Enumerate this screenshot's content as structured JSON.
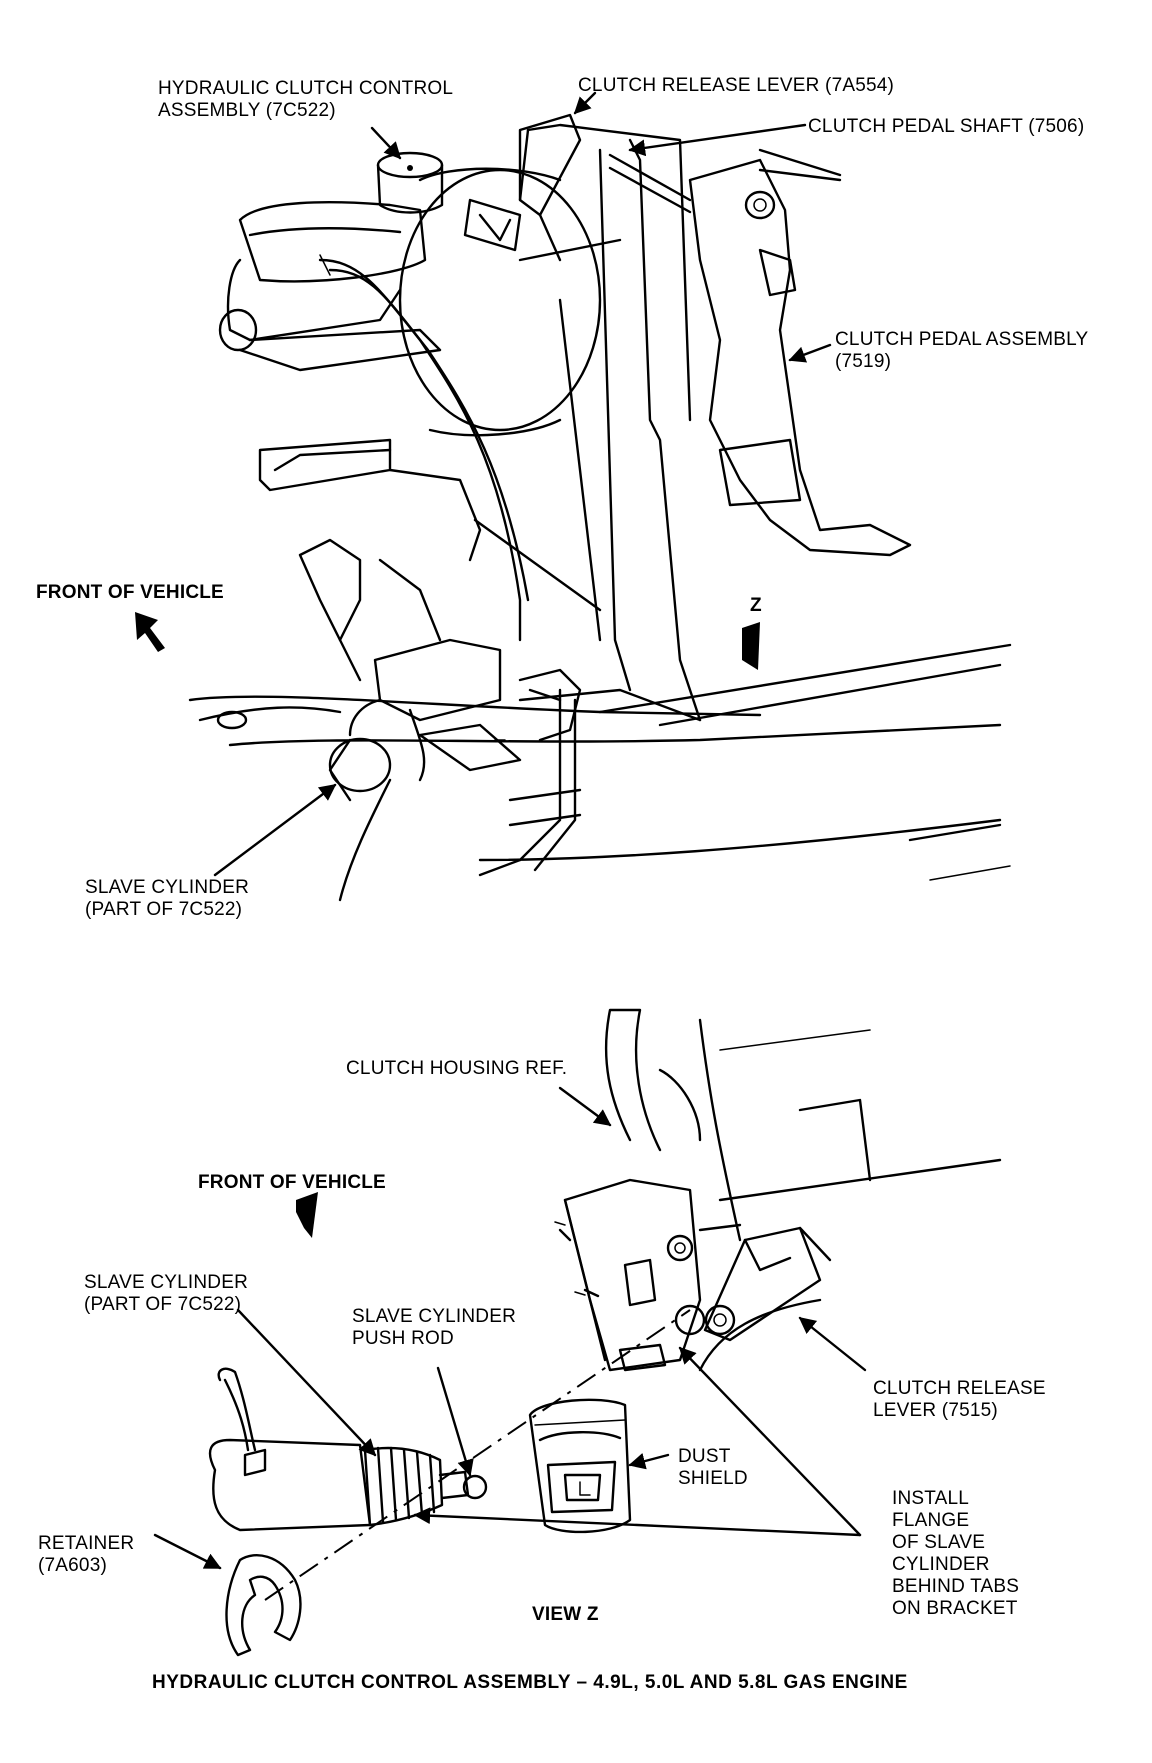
{
  "main_view": {
    "labels": {
      "hydraulic_assembly": "HYDRAULIC CLUTCH CONTROL\nASSEMBLY (7C522)",
      "release_lever": "CLUTCH RELEASE LEVER (7A554)",
      "pedal_shaft": "CLUTCH PEDAL SHAFT (7506)",
      "pedal_assembly": "CLUTCH PEDAL ASSEMBLY\n(7519)",
      "front_of_vehicle": "FRONT OF VEHICLE",
      "z_marker": "Z",
      "slave_cylinder": "SLAVE CYLINDER\n(PART OF 7C522)",
      "view_title": "MAIN VIEW FOR\n4.9, 5.0 & 5.8 ENGINES"
    }
  },
  "view_z": {
    "labels": {
      "housing_ref": "CLUTCH HOUSING REF.",
      "front_of_vehicle": "FRONT OF VEHICLE",
      "slave_cylinder": "SLAVE CYLINDER\n(PART OF 7C522)",
      "push_rod": "SLAVE CYLINDER\nPUSH ROD",
      "release_lever": "CLUTCH RELEASE\nLEVER (7515)",
      "dust_shield": "DUST\nSHIELD",
      "retainer": "RETAINER\n(7A603)",
      "install_note": "INSTALL\nFLANGE\nOF SLAVE\nCYLINDER\nBEHIND TABS\nON BRACKET",
      "view_title": "VIEW Z"
    }
  },
  "caption": "HYDRAULIC CLUTCH CONTROL ASSEMBLY – 4.9L, 5.0L AND 5.8L GAS ENGINE"
}
